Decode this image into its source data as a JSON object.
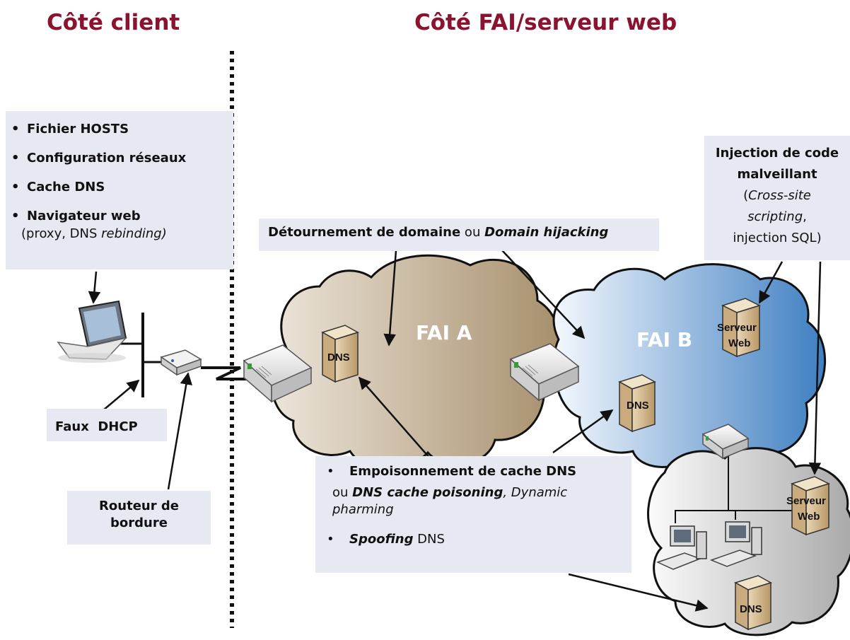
{
  "titles": {
    "client": "Côté client",
    "server": "Côté FAI/serveur web"
  },
  "client_box": {
    "items": [
      "Fichier HOSTS",
      "Configuration réseaux",
      "Cache DNS",
      "Navigateur web"
    ],
    "note_prefix": "(proxy, DNS ",
    "note_italic": "rebinding)"
  },
  "faux_dhcp": "Faux  DHCP",
  "routeur": {
    "line1": "Routeur de",
    "line2": "bordure"
  },
  "hijack": {
    "bold": "Détournement de domaine",
    "mid": " ou ",
    "italic_bold": "Domain hijacking"
  },
  "injection": {
    "line1": "Injection de code",
    "line2": "malveillant",
    "line3_pre": "(",
    "line3_italic": "Cross-site",
    "line4_italic": "scripting",
    "line4_post": ",",
    "line5": "injection SQL)"
  },
  "poison": {
    "bullet1": "Empoisonnement de cache DNS",
    "line2_pre": "ou ",
    "line2_bi": "DNS cache poisoning",
    "line2_italic": ", Dynamic",
    "line3_italic": "pharming",
    "bullet2_bi": "Spoofing",
    "bullet2_rest": " DNS"
  },
  "clouds": {
    "a": "FAI  A",
    "b": "FAI  B"
  },
  "servers": {
    "dns": "DNS",
    "web1": "Serveur",
    "web2": "Web"
  },
  "colors": {
    "title": "#8b1330",
    "box": "#e6e9f1"
  }
}
